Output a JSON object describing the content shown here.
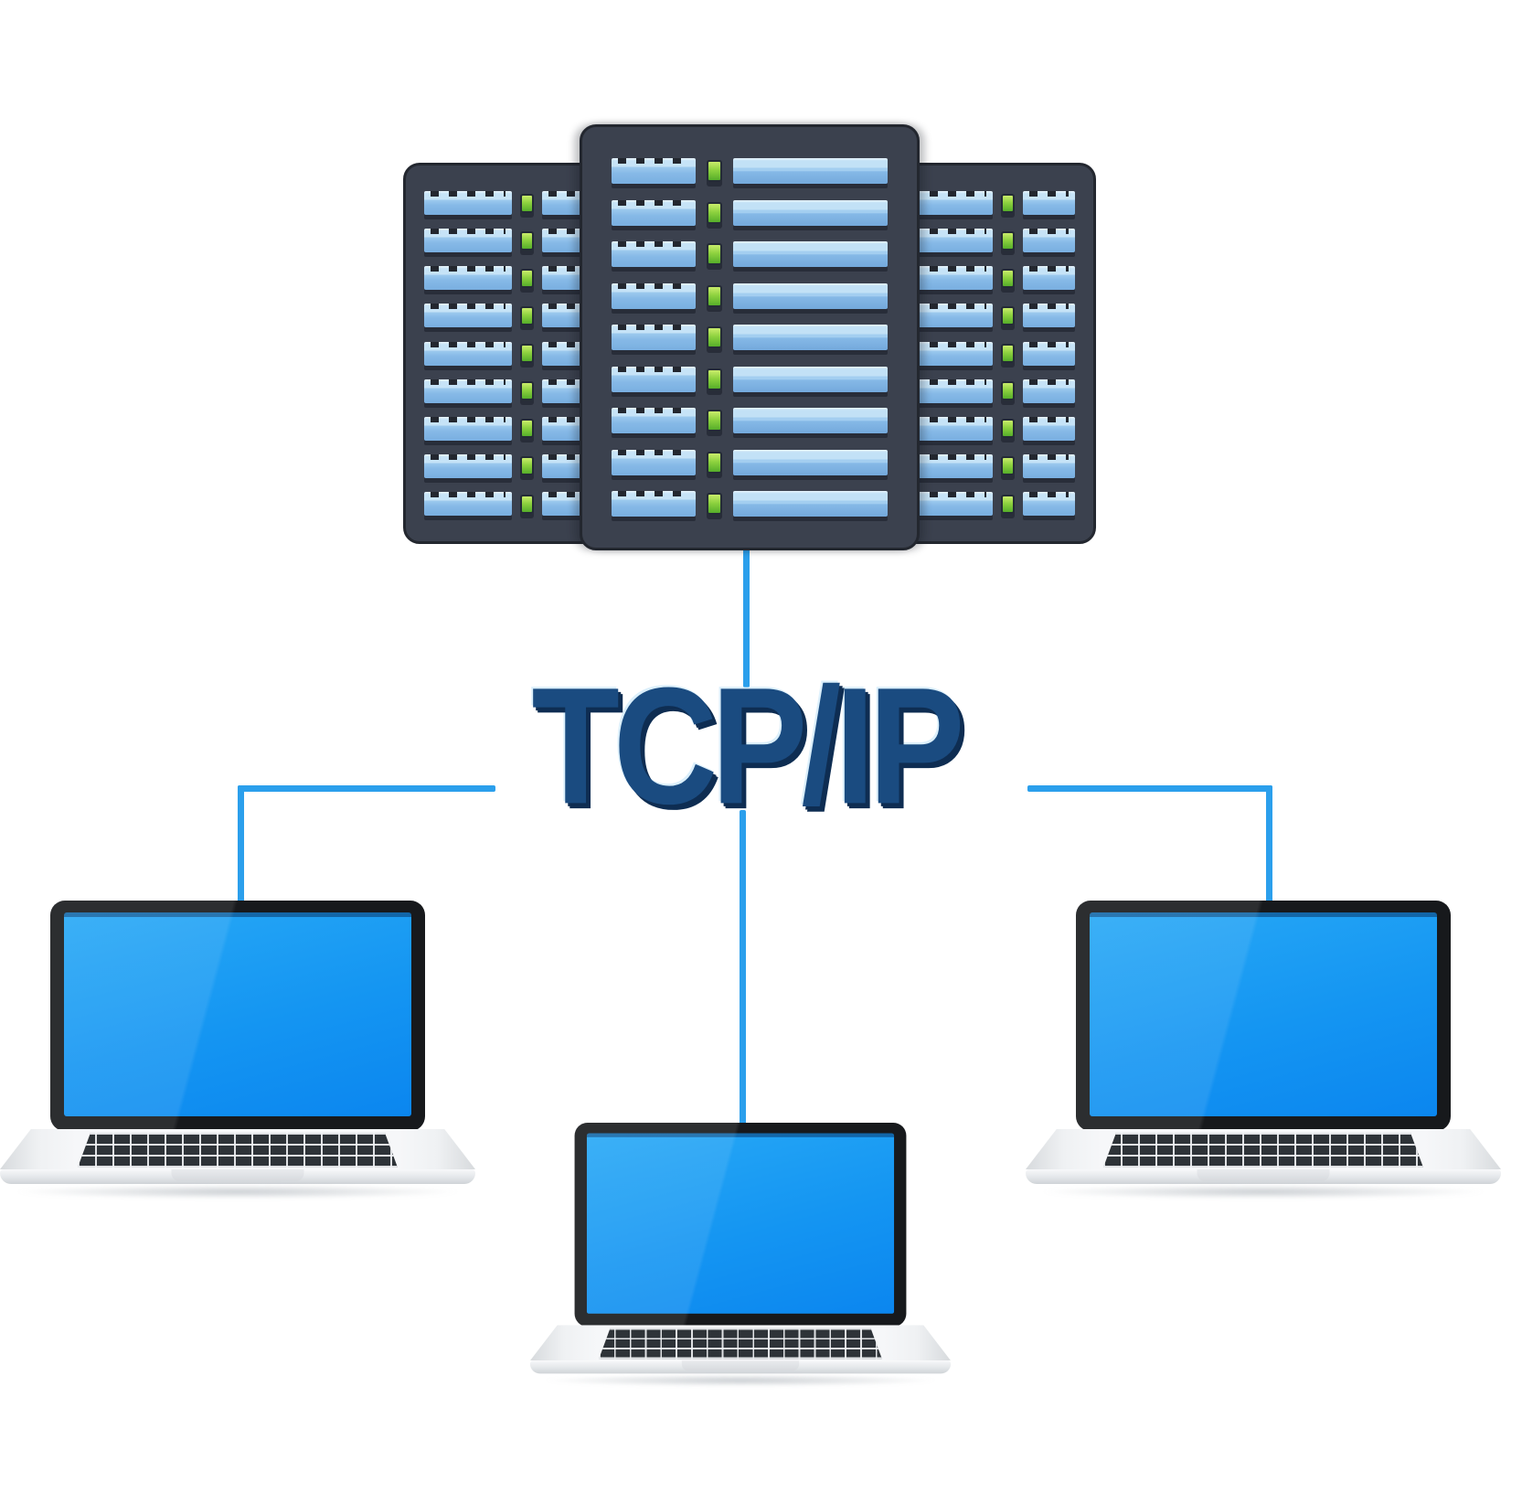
{
  "diagram": {
    "title": "TCP/IP",
    "nodes": {
      "server_cluster": {
        "name": "server-cluster",
        "racks": [
          {
            "id": "left",
            "rows": 9,
            "wide": false
          },
          {
            "id": "center",
            "rows": 9,
            "wide": true
          },
          {
            "id": "right",
            "rows": 9,
            "wide": false
          }
        ]
      },
      "laptops": [
        {
          "id": "left"
        },
        {
          "id": "center"
        },
        {
          "id": "right"
        }
      ]
    },
    "connections": [
      {
        "from": "server-cluster",
        "to": "tcpip-label"
      },
      {
        "from": "tcpip-label",
        "to": "laptop-left"
      },
      {
        "from": "tcpip-label",
        "to": "laptop-center"
      },
      {
        "from": "tcpip-label",
        "to": "laptop-right"
      }
    ],
    "colors": {
      "background": "#ffffff",
      "connector_line": "#2B9FEC",
      "title_fill": "#1A4B80",
      "title_shadow": "#0E2D52",
      "rack_body": "#3B414E",
      "rack_border": "#23272F",
      "server_panel_light": "#C6E3F7",
      "server_panel_dark": "#79AFE0",
      "led_light": "#C9EC6B",
      "led_dark": "#56AE2A",
      "screen_light": "#27A8F5",
      "screen_dark": "#0B86EF",
      "laptop_bezel": "#17191C",
      "laptop_body_light": "#F6F7F9",
      "laptop_body_dark": "#D7DADD",
      "key_color": "#2E3338"
    }
  }
}
